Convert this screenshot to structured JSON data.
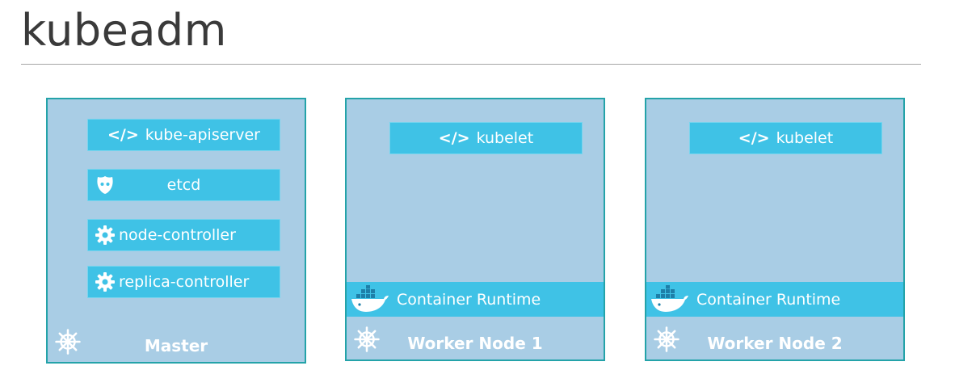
{
  "title": "kubeadm",
  "colors": {
    "node_fill": "#a9cde5",
    "node_border": "#24a3a9",
    "component_fill": "#3fc2e6",
    "text": "#ffffff",
    "title_text": "#3a3a3a"
  },
  "master": {
    "label": "Master",
    "icon": "kubernetes-helm-icon",
    "components": [
      {
        "label": "kube-apiserver",
        "icon": "code-icon",
        "prefix": "</>"
      },
      {
        "label": "etcd",
        "icon": "etcd-icon"
      },
      {
        "label": "node-controller",
        "icon": "gear-icon"
      },
      {
        "label": "replica-controller",
        "icon": "gear-icon"
      }
    ]
  },
  "workers": [
    {
      "label": "Worker Node 1",
      "icon": "kubernetes-helm-icon",
      "kubelet": {
        "label": "kubelet",
        "prefix": "</>"
      },
      "runtime": {
        "label": "Container Runtime",
        "icon": "docker-whale-icon"
      }
    },
    {
      "label": "Worker Node 2",
      "icon": "kubernetes-helm-icon",
      "kubelet": {
        "label": "kubelet",
        "prefix": "</>"
      },
      "runtime": {
        "label": "Container Runtime",
        "icon": "docker-whale-icon"
      }
    }
  ]
}
